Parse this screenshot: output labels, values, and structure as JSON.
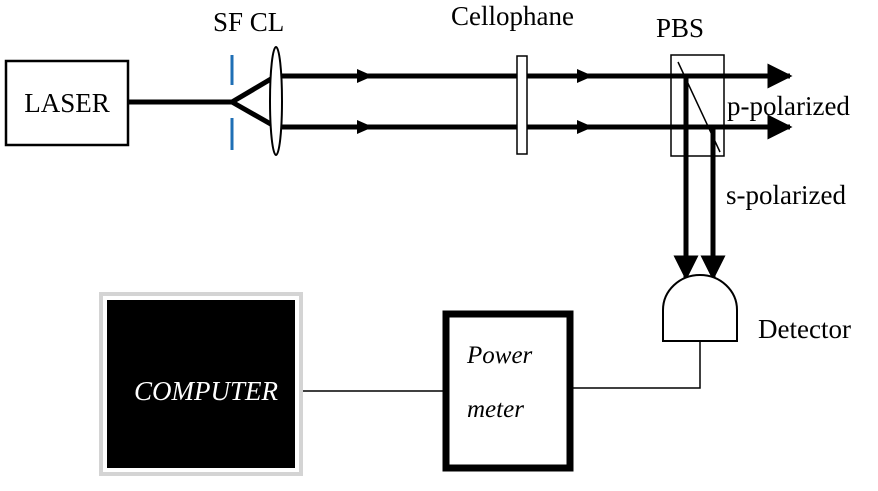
{
  "labels": {
    "laser": "LASER",
    "sf_cl": "SF CL",
    "cellophane": "Cellophane",
    "pbs": "PBS",
    "p_polarized": "p-polarized",
    "s_polarized": "s-polarized",
    "detector": "Detector",
    "computer": "COMPUTER",
    "power_meter_line1": "Power",
    "power_meter_line2": "meter"
  },
  "colors": {
    "spatial_filter": "#1f6fb5",
    "computer_fill": "#000000",
    "line": "#000000"
  }
}
